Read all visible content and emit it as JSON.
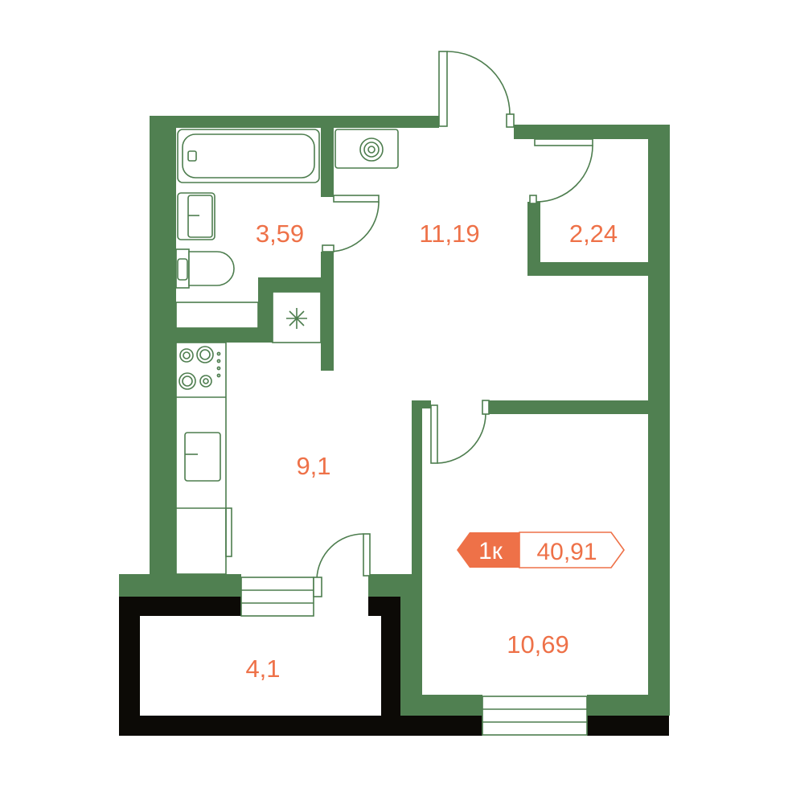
{
  "colors": {
    "wall": "#508051",
    "exterior": "#0c0a06",
    "line": "#4d7d4e",
    "accent": "#ee7148",
    "background": "#ffffff"
  },
  "rooms": [
    {
      "id": "bathroom",
      "area": "3,59"
    },
    {
      "id": "hallway",
      "area": "11,19"
    },
    {
      "id": "storage",
      "area": "2,24"
    },
    {
      "id": "kitchen",
      "area": "9,1"
    },
    {
      "id": "balcony",
      "area": "4,1"
    },
    {
      "id": "bedroom",
      "area": "10,69"
    }
  ],
  "badge": {
    "rooms_label": "1к",
    "total_area": "40,91"
  },
  "icons": [
    "bathtub-icon",
    "sink-icon",
    "toilet-icon",
    "washing-machine-icon",
    "ventilation-shaft-icon",
    "stove-icon",
    "kitchen-sink-icon",
    "door-icon"
  ]
}
